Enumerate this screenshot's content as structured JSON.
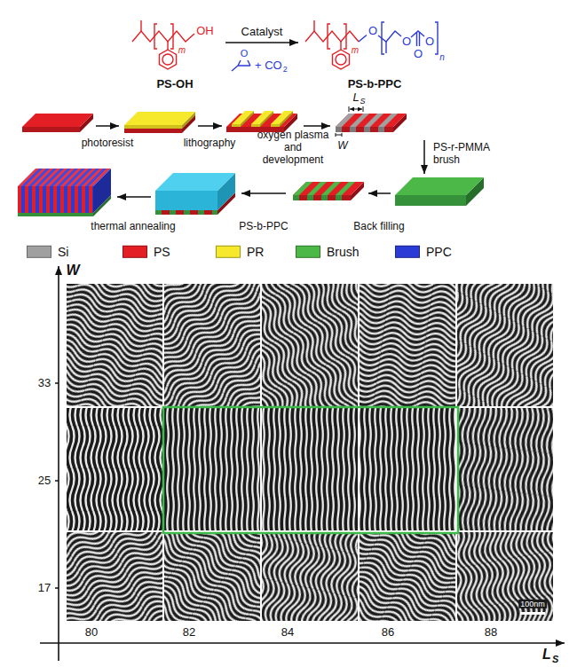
{
  "diagram": {
    "nodes": [
      {
        "text": [
          "m",
          "OH",
          "PS-OH"
        ]
      },
      {
        "text": [
          "m",
          "O",
          "O",
          "O",
          "O",
          "n",
          "PS-b-PPC"
        ]
      }
    ],
    "edges": [
      {
        "from": 0,
        "to": 1,
        "arrow": "to",
        "label": "Catalyst"
      }
    ],
    "labels": [
      "O",
      "+ CO",
      "2",
      "photoresist",
      "lithography",
      "oxygen plasma and development",
      "L",
      "S",
      "W",
      "PS-r-PMMA brush",
      "thermal annealing",
      "PS-b-PPC",
      "Back filling",
      "W",
      "33",
      "25",
      "17",
      "80",
      "82",
      "84",
      "86",
      "88",
      "L",
      "S",
      "100nm"
    ],
    "legend": [
      {
        "text": "Si",
        "color": "#a0a0a0"
      },
      {
        "text": "PS",
        "color": "#e31e24"
      },
      {
        "text": "PR",
        "color": "#f6e82b"
      },
      {
        "text": "Brush",
        "color": "#4cb848"
      },
      {
        "text": "PPC",
        "color": "#2b3bd6"
      }
    ]
  }
}
